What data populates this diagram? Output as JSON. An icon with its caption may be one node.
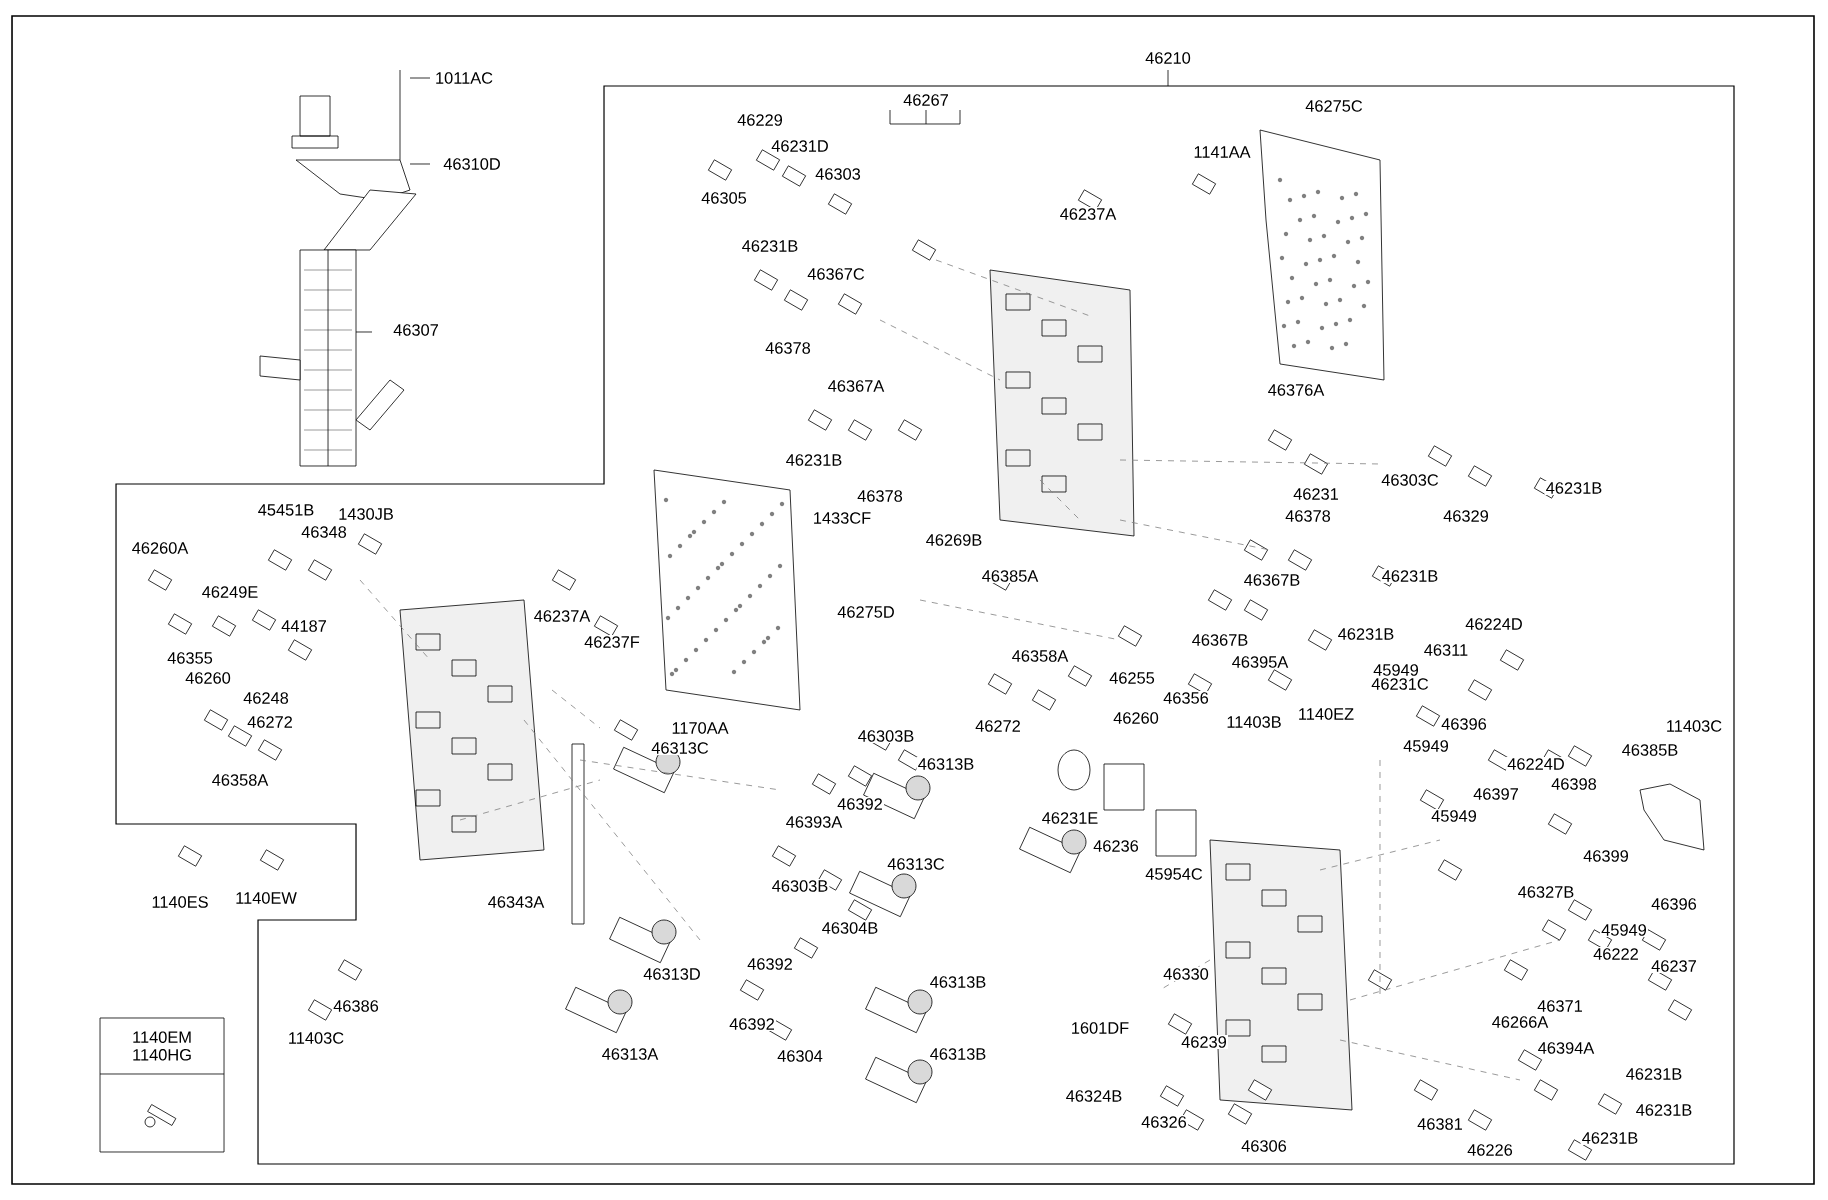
{
  "diagram": {
    "nodes": [
      {
        "text": [
          "1140EM",
          "1140HG"
        ]
      }
    ],
    "labels": [
      "46210",
      "1011AC",
      "46267",
      "46275C",
      "46229",
      "46231D",
      "1141AA",
      "46310D",
      "46303",
      "46305",
      "46237A",
      "46231B",
      "46367C",
      "46307",
      "46378",
      "46367A",
      "46376A",
      "46231B",
      "46303C",
      "46231B",
      "46231",
      "46378",
      "45451B",
      "1430JB",
      "46378",
      "46329",
      "1433CF",
      "46348",
      "46269B",
      "46260A",
      "46231B",
      "46385A",
      "46367B",
      "46249E",
      "46275D",
      "46237A",
      "46224D",
      "44187",
      "46231B",
      "46367B",
      "46237F",
      "46311",
      "46358A",
      "46355",
      "46395A",
      "45949",
      "46255",
      "46260",
      "46231C",
      "46248",
      "46356",
      "46260",
      "11403B",
      "46272",
      "46396",
      "46272",
      "11403C",
      "1140EZ",
      "1170AA",
      "46303B",
      "45949",
      "46313C",
      "46385B",
      "46313B",
      "46224D",
      "46358A",
      "46398",
      "46397",
      "46392",
      "45949",
      "46231E",
      "46393A",
      "46236",
      "46399",
      "46313C",
      "45954C",
      "46303B",
      "46327B",
      "1140EW",
      "1140ES",
      "46343A",
      "46396",
      "46304B",
      "45949",
      "46222",
      "46392",
      "46237",
      "46313D",
      "46330",
      "46313B",
      "46371",
      "46386",
      "46266A",
      "46392",
      "1601DF",
      "11403C",
      "46239",
      "46394A",
      "46313A",
      "46313B",
      "46304",
      "46231B",
      "46324B",
      "46231B",
      "46326",
      "46381",
      "46231B",
      "46306",
      "46226"
    ]
  }
}
